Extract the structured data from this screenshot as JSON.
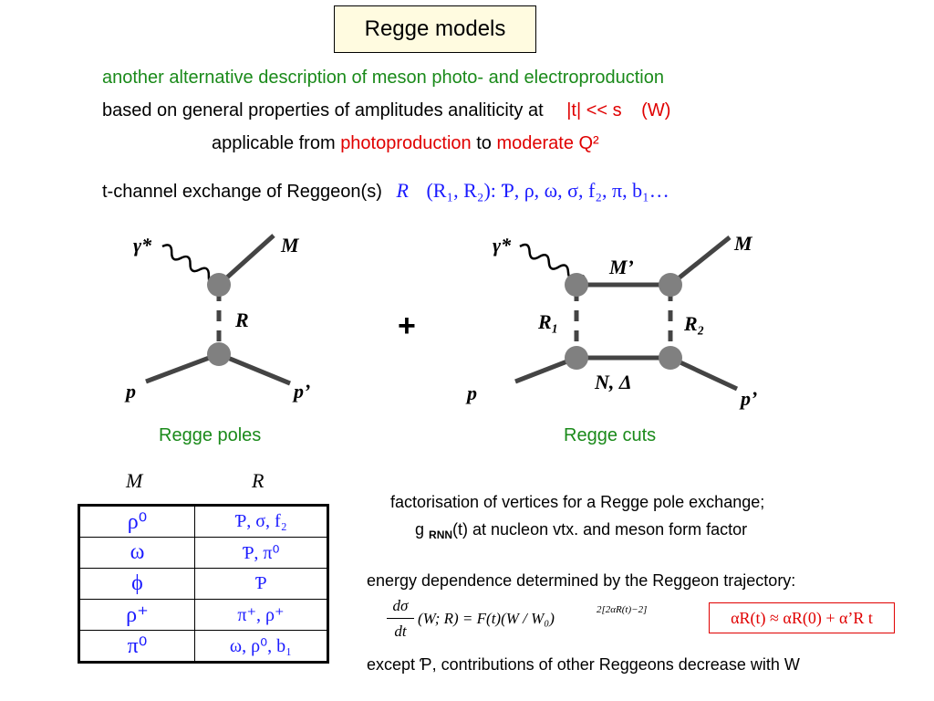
{
  "title": "Regge models",
  "intro": {
    "line1": "another alternative description of meson photo- and electroproduction",
    "line2_prefix": "based on general properties of amplitudes analiticity  at",
    "line2_cond": "|t| << s",
    "line2_w": "(W)",
    "line3_prefix": "applicable from",
    "line3_photo": "photoproduction",
    "line3_to": "to",
    "line3_moderate": "moderate Q²"
  },
  "exchange": {
    "prefix": "t-channel exchange of Reggeon(s)",
    "symbol": "R",
    "list": "(R₁, R₂):  Ƥ, ρ, ω, σ, f₂, π, b₁…"
  },
  "diagram_poles": {
    "gamma": "γ*",
    "meson": "M",
    "reggeon": "R",
    "proton_in": "p",
    "proton_out": "p’",
    "caption": "Regge poles"
  },
  "plus": "+",
  "diagram_cuts": {
    "gamma": "γ*",
    "meson": "M",
    "meson_intermediate": "M’",
    "reggeon1": "R₁",
    "reggeon2": "R₂",
    "baryon": "N, Δ",
    "proton_in": "p",
    "proton_out": "p’",
    "caption": "Regge cuts"
  },
  "table": {
    "headers": [
      "M",
      "R"
    ],
    "rows": [
      {
        "meson": "ρ⁰",
        "reggeons": "Ƥ, σ, f₂"
      },
      {
        "meson": "ω",
        "reggeons": "Ƥ, π⁰"
      },
      {
        "meson": "ϕ",
        "reggeons": "Ƥ"
      },
      {
        "meson": "ρ⁺",
        "reggeons": "π⁺, ρ⁺"
      },
      {
        "meson": "π⁰",
        "reggeons": "ω, ρ⁰, b₁"
      }
    ]
  },
  "notes": {
    "factorisation": "factorisation of vertices for a Regge pole exchange;",
    "coupling_g": "g",
    "coupling_sub": "RNN",
    "coupling_rest": "(t) at nucleon vtx.  and meson form factor",
    "energy": "energy dependence determined by the Reggeon trajectory:",
    "except": "except Ƥ, contributions of other Reggeons decrease with W"
  },
  "formula": {
    "num": "dσ",
    "den": "dt",
    "body": "(W; R) = F(t)(W / W₀)",
    "exponent": "2[2αR(t)−2]",
    "trajectory": "αR(t) ≈ αR(0) + α’R t"
  },
  "colors": {
    "green": "#1a8a1a",
    "red": "#e00000",
    "blue": "#1a1aff",
    "vertex": "#808080",
    "title_bg": "#fffbe0"
  }
}
